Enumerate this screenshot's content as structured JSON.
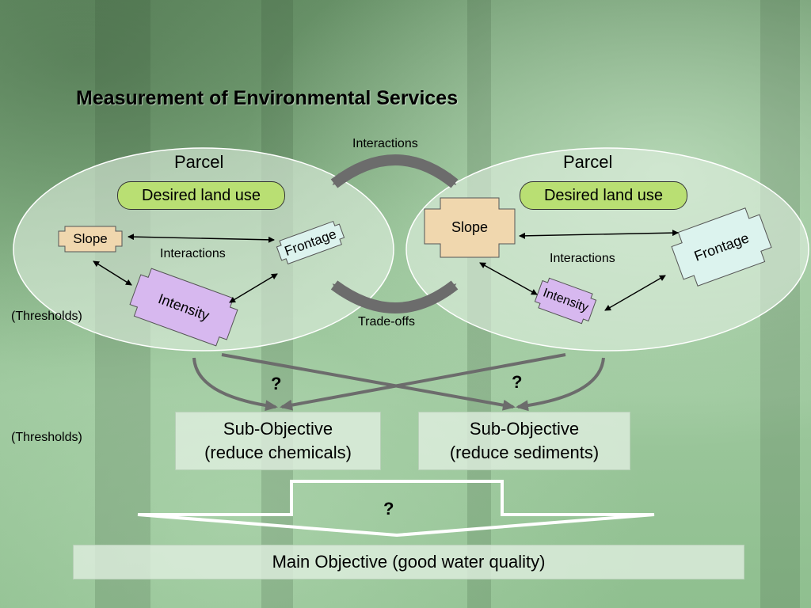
{
  "title": "Measurement of Environmental Services",
  "top_arrow_label": "Interactions",
  "bottom_arrow_label": "Trade-offs",
  "parcels": [
    {
      "title": "Parcel",
      "desired_land_use": "Desired land use",
      "slope": "Slope",
      "frontage": "Frontage",
      "intensity": "Intensity",
      "interactions": "Interactions"
    },
    {
      "title": "Parcel",
      "desired_land_use": "Desired land use",
      "slope": "Slope",
      "frontage": "Frontage",
      "intensity": "Intensity",
      "interactions": "Interactions"
    }
  ],
  "thresholds_label": "(Thresholds)",
  "sub_objectives": [
    {
      "line1": "Sub-Objective",
      "line2": "(reduce chemicals)"
    },
    {
      "line1": "Sub-Objective",
      "line2": "(reduce sediments)"
    }
  ],
  "unknown_mark": "?",
  "main_objective": "Main Objective (good water quality)",
  "colors": {
    "pill": "#b9df73",
    "slope": "#f0d7ae",
    "frontage": "#dcf3ee",
    "intensity": "#d7b8ef"
  }
}
